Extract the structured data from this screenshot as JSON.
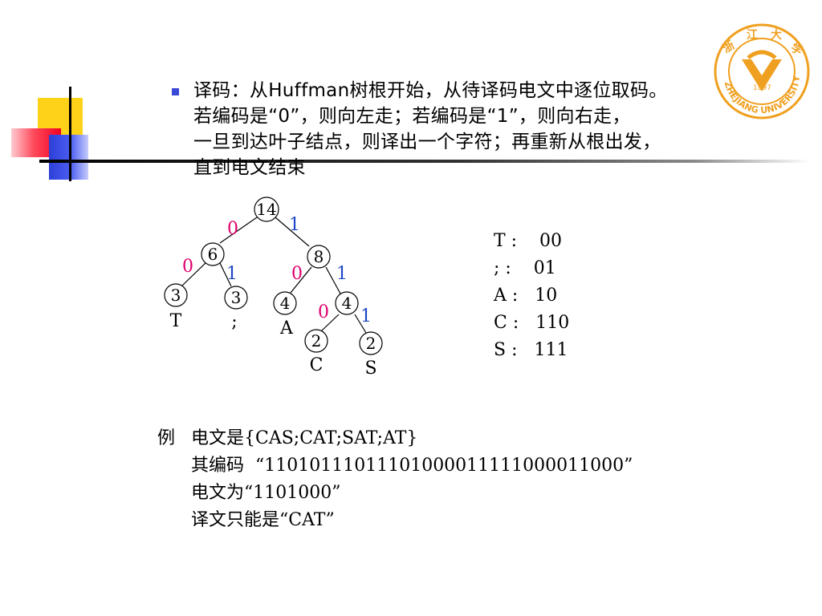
{
  "paragraph": {
    "lines": [
      "译码：从Huffman树根开始，从待译码电文中逐位取码。",
      "若编码是“0”，则向左走；若编码是“1”，则向右走，",
      "一旦到达叶子结点，则译出一个字符；再重新从根出发，",
      "直到电文结束"
    ]
  },
  "tree": {
    "nodes": [
      "14",
      "6",
      "8",
      "3",
      "3",
      "4",
      "4",
      "2",
      "2"
    ],
    "leaf_labels": [
      "T",
      ";",
      "A",
      "C",
      "S"
    ],
    "edge_labels": [
      "0",
      "1",
      "0",
      "1",
      "0",
      "1",
      "0",
      "1"
    ]
  },
  "codes": [
    "T :    00",
    "; :    01",
    "A :   10",
    "C :   110",
    "S :   111"
  ],
  "example": {
    "label": "例",
    "lines": [
      "电文是{CAS;CAT;SAT;AT}",
      "其编码  “11010111011101000011111000011000”",
      "电文为“1101000”",
      "译文只能是“CAT”"
    ]
  },
  "logo": {
    "top_text": "浙 江 大 学",
    "year": "1897",
    "bottom_text": "ZHEJIANG UNIVERSITY",
    "color": "#f0a020"
  },
  "colors": {
    "edge_zero": "#e0006e",
    "edge_one": "#1c46c8",
    "bullet": "#3a49d8"
  }
}
